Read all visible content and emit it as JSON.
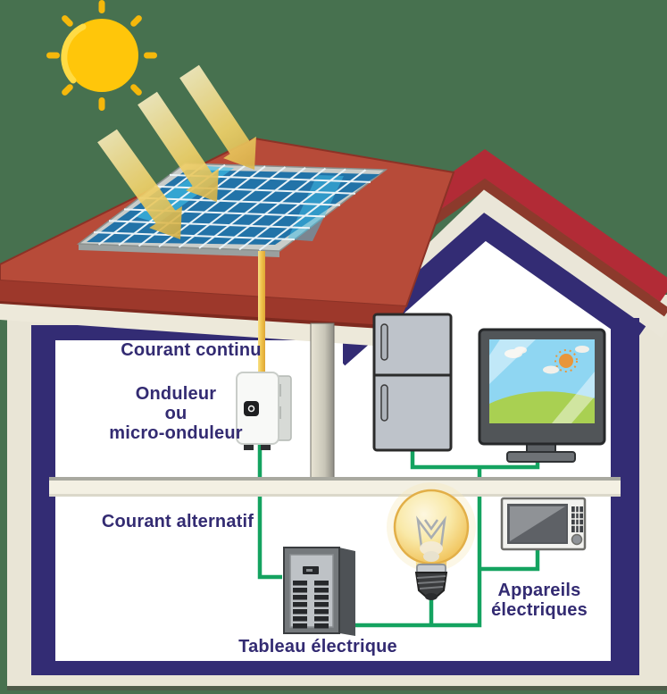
{
  "labels": {
    "dc_current": "Courant continu",
    "inverter_lines": [
      "Onduleur",
      "ou",
      "micro-onduleur"
    ],
    "ac_current": "Courant alternatif",
    "electrical_panel": "Tableau électrique",
    "appliances_lines": [
      "Appareils",
      "électriques"
    ]
  },
  "colors": {
    "background": "#47714F",
    "label_text": "#332B72",
    "gable_roof_red": "#B22B36",
    "flat_roof_red": "#B74B39",
    "roof_trim_dark_red": "#8C3A2C",
    "navy_border": "#332C74",
    "cream_trim": "#EAE6D8",
    "wall_cream": "#E9E5D6",
    "dc_wire_yellow": "#EFC24A",
    "ac_wire_green": "#14A360",
    "sun_yellow": "#FFC60A",
    "solar_panel_blue": "#2273A8"
  },
  "icons": [
    "sun-icon",
    "sun-ray-arrow-icon",
    "solar-panel-icon",
    "dc-wire",
    "inverter-icon",
    "ac-wire",
    "fridge-icon",
    "tv-icon",
    "light-bulb-icon",
    "microwave-icon",
    "breaker-panel-icon",
    "house-structure"
  ]
}
